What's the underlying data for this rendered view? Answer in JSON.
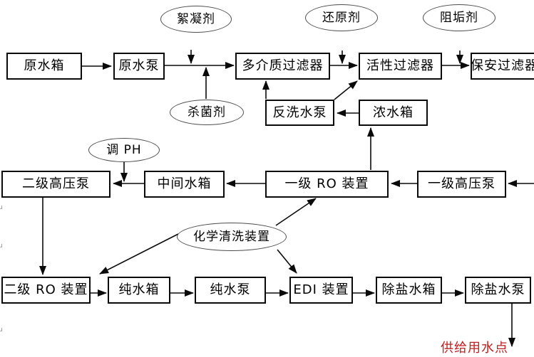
{
  "diagram": {
    "background": "#ffffff",
    "line_color": "#0a0a0a",
    "nodes": {
      "raw_water_tank": "原水箱",
      "raw_water_pump": "原水泵",
      "multimedia_filter": "多介质过滤器",
      "activated_filter": "活性过滤器",
      "security_filter": "保安过滤器",
      "backwash_pump": "反洗水泵",
      "concentrate_tank": "浓水箱",
      "stage2_hp_pump": "二级高压泵",
      "intermediate_tank": "中间水箱",
      "stage1_ro_unit": "一级 RO 装置",
      "stage1_hp_pump": "一级高压泵",
      "stage2_ro_unit": "二级 RO 装置",
      "pure_water_tank": "纯水箱",
      "pure_water_pump": "纯水泵",
      "edi_unit": "EDI 装置",
      "desalted_water_tank": "除盐水箱",
      "desalted_water_pump": "除盐水泵"
    },
    "dosing_points": {
      "flocculant": "絮凝剂",
      "reducing_agent": "还原剂",
      "antiscalant": "阻垢剂",
      "bactericide": "杀菌剂",
      "ph_adjust": "调 PH",
      "chemical_cleaning": "化学清洗装置"
    },
    "outlet": {
      "label": "供给用水点",
      "color": "#c02020"
    },
    "edge_artifacts": [
      "u",
      "u",
      "u"
    ],
    "flows": [
      {
        "from": "原水箱",
        "to": "原水泵"
      },
      {
        "from": "原水泵",
        "to": "多介质过滤器"
      },
      {
        "from": "絮凝剂",
        "to": "原水泵→多介质过滤器管线"
      },
      {
        "from": "杀菌剂",
        "to": "原水泵→多介质过滤器管线"
      },
      {
        "from": "多介质过滤器",
        "to": "活性过滤器"
      },
      {
        "from": "还原剂",
        "to": "多介质过滤器→活性过滤器管线"
      },
      {
        "from": "活性过滤器",
        "to": "保安过滤器"
      },
      {
        "from": "阻垢剂",
        "to": "活性过滤器→保安过滤器管线"
      },
      {
        "from": "反洗水泵",
        "to": "多介质过滤器"
      },
      {
        "from": "反洗水泵",
        "to": "活性过滤器"
      },
      {
        "from": "浓水箱",
        "to": "反洗水泵"
      },
      {
        "from": "一级 RO 装置",
        "to": "浓水箱"
      },
      {
        "from": "保安过滤器",
        "to": "一级高压泵"
      },
      {
        "from": "一级高压泵",
        "to": "一级 RO 装置"
      },
      {
        "from": "一级 RO 装置",
        "to": "中间水箱"
      },
      {
        "from": "调 PH",
        "to": "中间水箱→二级高压泵管线"
      },
      {
        "from": "中间水箱",
        "to": "二级高压泵"
      },
      {
        "from": "二级高压泵",
        "to": "二级 RO 装置"
      },
      {
        "from": "化学清洗装置",
        "to": "一级 RO 装置"
      },
      {
        "from": "化学清洗装置",
        "to": "二级 RO 装置"
      },
      {
        "from": "化学清洗装置",
        "to": "EDI 装置"
      },
      {
        "from": "二级 RO 装置",
        "to": "纯水箱"
      },
      {
        "from": "纯水箱",
        "to": "纯水泵"
      },
      {
        "from": "纯水泵",
        "to": "EDI 装置"
      },
      {
        "from": "EDI 装置",
        "to": "除盐水箱"
      },
      {
        "from": "除盐水箱",
        "to": "除盐水泵"
      },
      {
        "from": "除盐水泵",
        "to": "供给用水点"
      }
    ]
  }
}
